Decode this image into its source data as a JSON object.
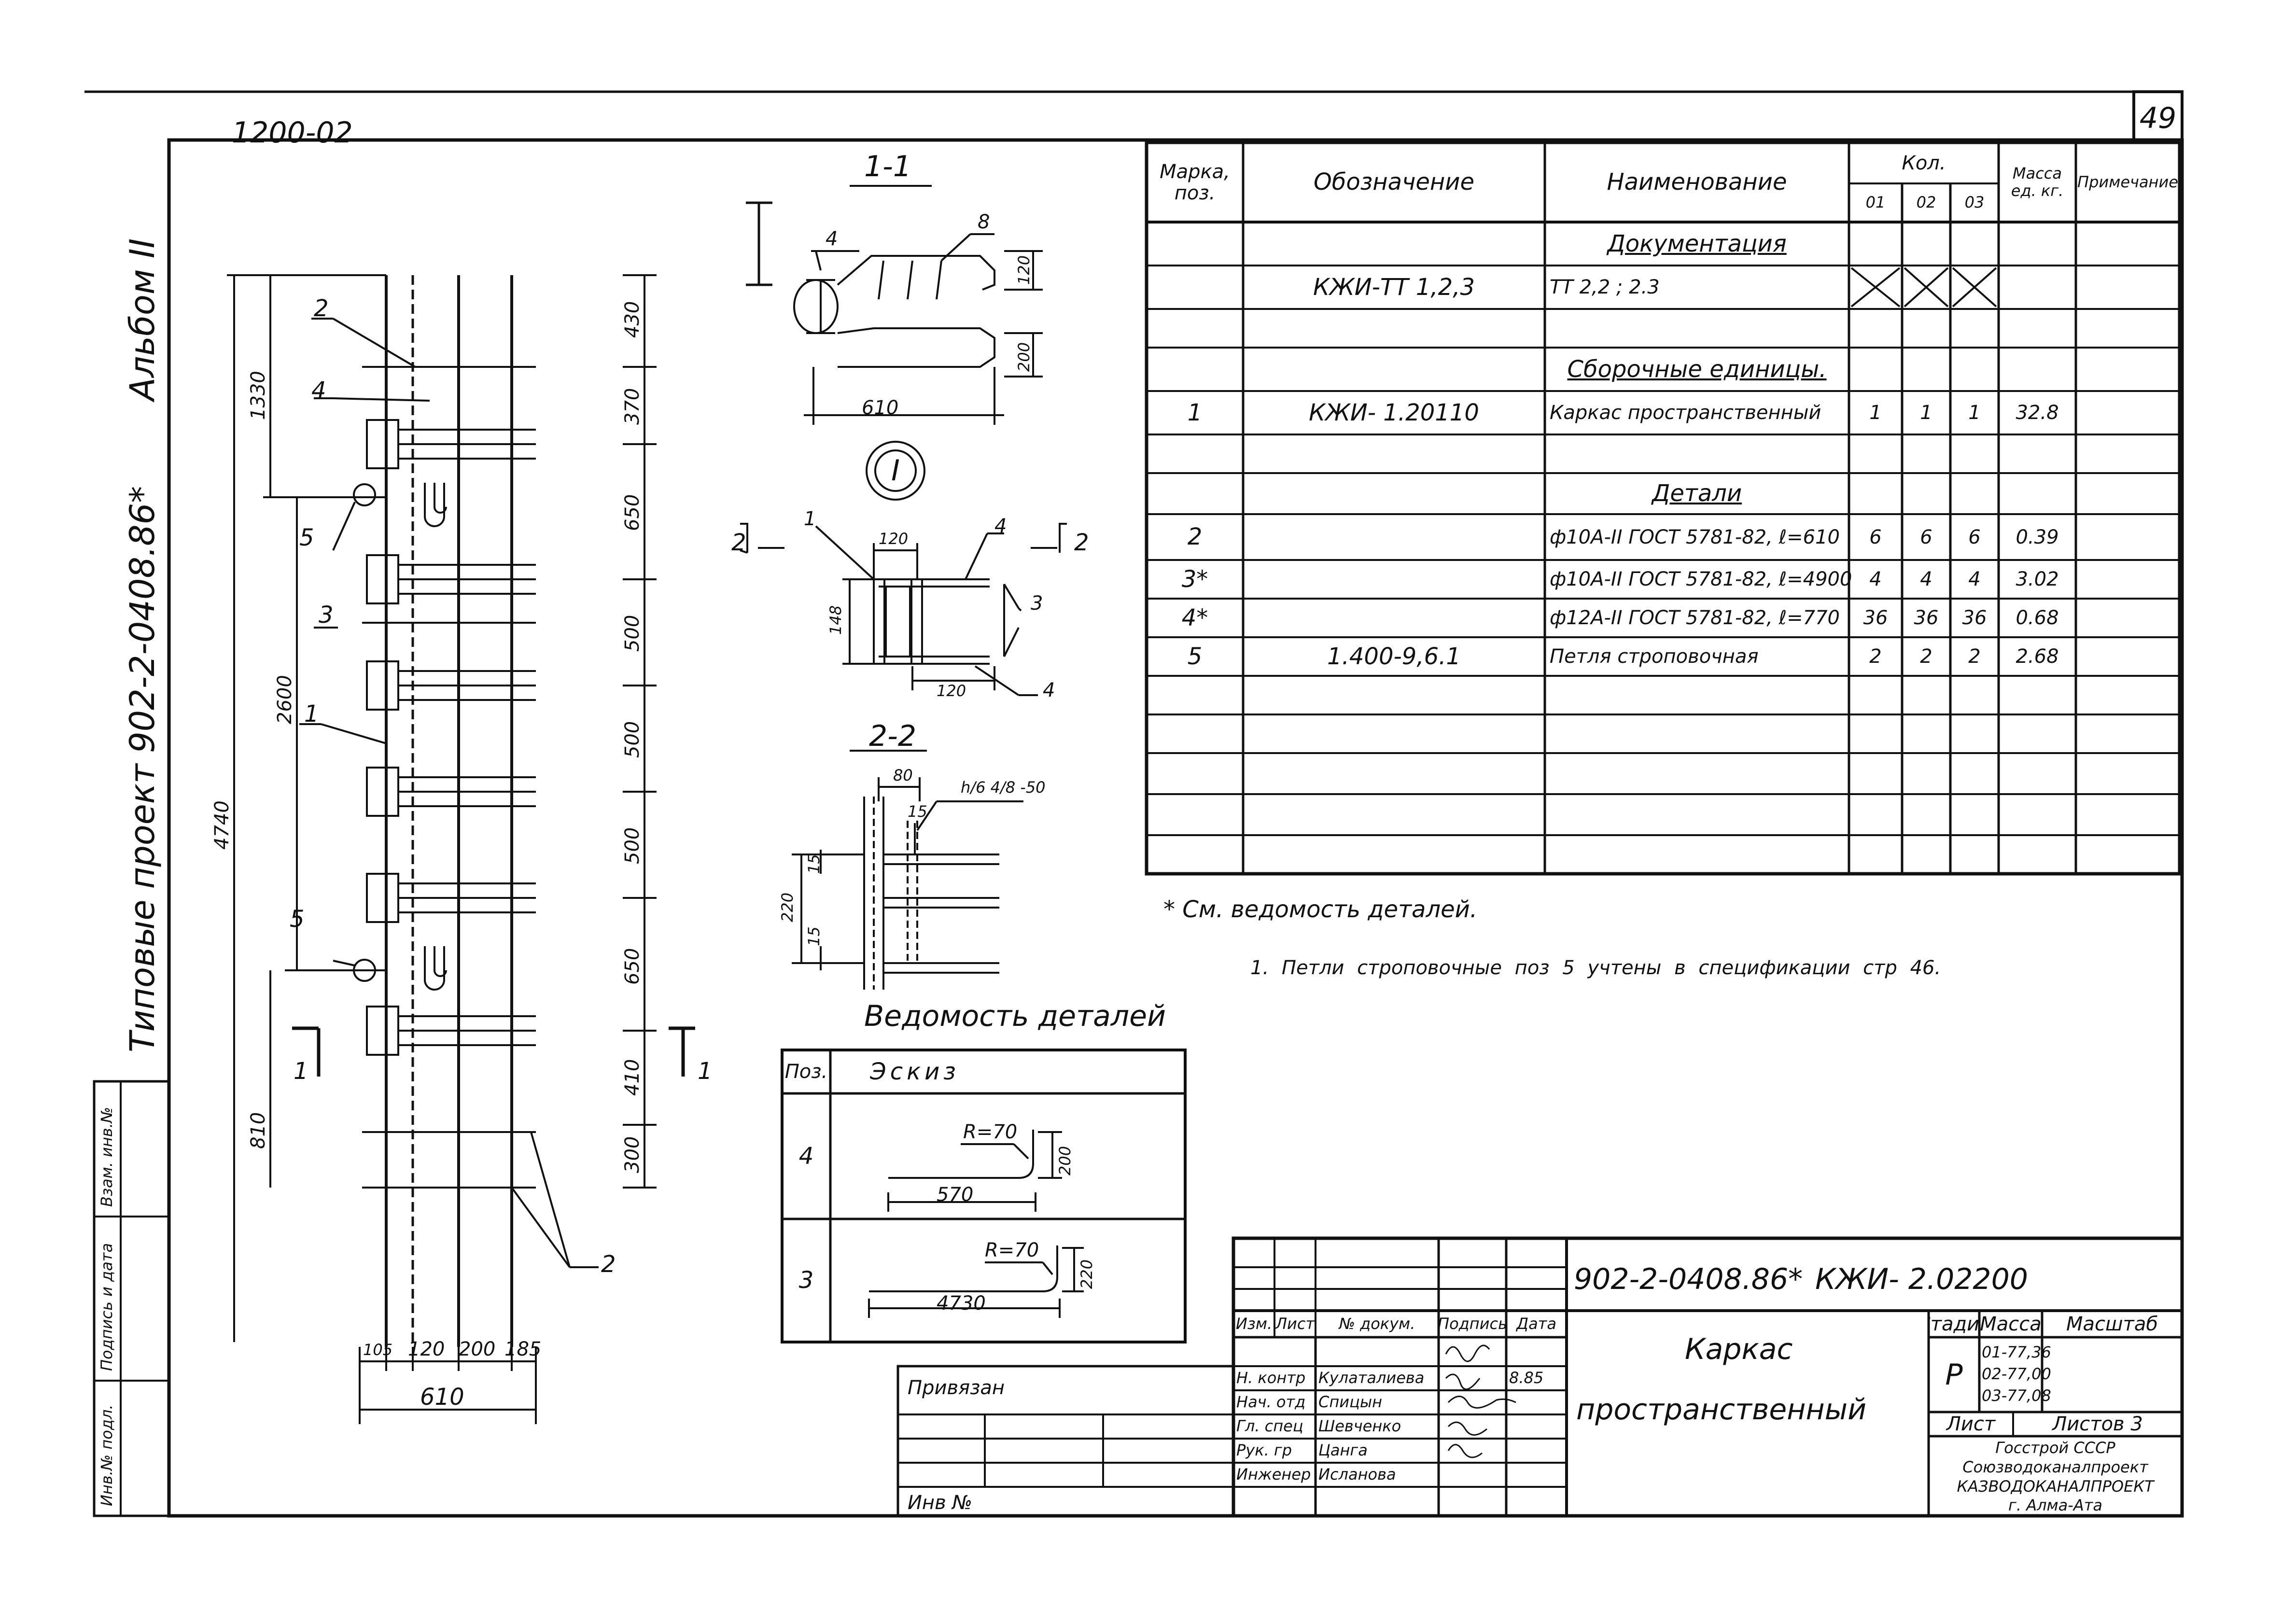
{
  "header": {
    "top_code": "1200-02",
    "page_number": "49"
  },
  "side_title": {
    "text": "Типовые проект 902-2-0408.86*",
    "album": "Альбом II"
  },
  "side_stamp": [
    "Инв.№ подл.",
    "Подпись и дата",
    "Взам. инв.№"
  ],
  "elevation": {
    "callouts": [
      "2",
      "4",
      "5",
      "3",
      "1",
      "5",
      "2"
    ],
    "overall_dims": [
      "4740",
      "1330",
      "2600",
      "810"
    ],
    "spacing_dims": [
      "430",
      "370",
      "650",
      "500",
      "500",
      "500",
      "650",
      "410",
      "300"
    ],
    "bottom_dims": [
      "105",
      "120",
      "200",
      "185"
    ],
    "width_dim": "610",
    "section_marks": [
      "1",
      "1"
    ]
  },
  "section_1_1": {
    "title": "1-1",
    "callouts": [
      "4",
      "8"
    ],
    "view_mark": "I",
    "dims": [
      "120",
      "200",
      "610"
    ]
  },
  "section_I": {
    "label": "I",
    "side_marks": [
      "2",
      "2"
    ],
    "callouts": [
      "1",
      "4",
      "3",
      "4"
    ],
    "dims": [
      "120",
      "148",
      "120"
    ]
  },
  "section_2_2": {
    "title": "2-2",
    "dims": [
      "80",
      "15",
      "220",
      "15",
      "15"
    ],
    "weld_symbol": "h/6 4/8 -50"
  },
  "details": {
    "title": "Ведомость деталей",
    "headers": [
      "Поз.",
      "Эскиз"
    ],
    "rows": [
      {
        "pos": "4",
        "radius": "R=70",
        "length": "570",
        "height": "200"
      },
      {
        "pos": "3",
        "radius": "R=70",
        "length": "4730",
        "height": "220"
      }
    ]
  },
  "spec": {
    "headers": {
      "mark": "Марка, поз.",
      "designation": "Обозначение",
      "name": "Наименование",
      "qty": "Кол.",
      "qty_cols": [
        "01",
        "02",
        "03"
      ],
      "mass": "Масса ед. кг.",
      "note": "Примечание"
    },
    "rows": [
      {
        "mark": "",
        "designation": "",
        "name": "Документация",
        "q1": "",
        "q2": "",
        "q3": "",
        "mass": "",
        "section": true
      },
      {
        "mark": "",
        "designation": "КЖИ-ТТ 1,2,3",
        "name": "ТТ 2,2 ; 2.3",
        "q1": "X",
        "q2": "X",
        "q3": "X",
        "mass": ""
      },
      {
        "mark": "",
        "designation": "",
        "name": "",
        "q1": "",
        "q2": "",
        "q3": "",
        "mass": ""
      },
      {
        "mark": "",
        "designation": "",
        "name": "Сборочные единицы.",
        "q1": "",
        "q2": "",
        "q3": "",
        "mass": "",
        "section": true
      },
      {
        "mark": "1",
        "designation": "КЖИ- 1.20110",
        "name": "Каркас пространственный",
        "q1": "1",
        "q2": "1",
        "q3": "1",
        "mass": "32.8"
      },
      {
        "mark": "",
        "designation": "",
        "name": "",
        "q1": "",
        "q2": "",
        "q3": "",
        "mass": ""
      },
      {
        "mark": "",
        "designation": "",
        "name": "Детали",
        "q1": "",
        "q2": "",
        "q3": "",
        "mass": "",
        "section": true
      },
      {
        "mark": "2",
        "designation": "",
        "name": "ф10А-II ГОСТ 5781-82, ℓ=610",
        "q1": "6",
        "q2": "6",
        "q3": "6",
        "mass": "0.39"
      },
      {
        "mark": "3*",
        "designation": "",
        "name": "ф10А-II ГОСТ 5781-82, ℓ=4900",
        "q1": "4",
        "q2": "4",
        "q3": "4",
        "mass": "3.02"
      },
      {
        "mark": "4*",
        "designation": "",
        "name": "ф12А-II ГОСТ 5781-82, ℓ=770",
        "q1": "36",
        "q2": "36",
        "q3": "36",
        "mass": "0.68"
      },
      {
        "mark": "5",
        "designation": "1.400-9,6.1",
        "name": "Петля строповочная",
        "q1": "2",
        "q2": "2",
        "q3": "2",
        "mass": "2.68"
      },
      {
        "mark": "",
        "designation": "",
        "name": "",
        "q1": "",
        "q2": "",
        "q3": "",
        "mass": ""
      },
      {
        "mark": "",
        "designation": "",
        "name": "",
        "q1": "",
        "q2": "",
        "q3": "",
        "mass": ""
      },
      {
        "mark": "",
        "designation": "",
        "name": "",
        "q1": "",
        "q2": "",
        "q3": "",
        "mass": ""
      },
      {
        "mark": "",
        "designation": "",
        "name": "",
        "q1": "",
        "q2": "",
        "q3": "",
        "mass": ""
      }
    ]
  },
  "notes": {
    "footnote": "* См. ведомость деталей.",
    "note1": "1. Петли строповочные поз 5 учтены в спецификации стр 46."
  },
  "title_block": {
    "doc_code": "902-2-0408.86*",
    "sheet_code": "КЖИ- 2.02200",
    "title_line1": "Каркас",
    "title_line2": "пространственный",
    "col_headers": [
      "Изм.",
      "Лист",
      "№ докум.",
      "Подпись",
      "Дата"
    ],
    "roles": [
      {
        "role": "Н. контр",
        "name": "Кулаталиева",
        "date": "8.85"
      },
      {
        "role": "Нач. отд",
        "name": "Спицын",
        "date": ""
      },
      {
        "role": "Гл. спец",
        "name": "Шевченко",
        "date": ""
      },
      {
        "role": "Рук. гр",
        "name": "Цанга",
        "date": ""
      },
      {
        "role": "Инженер",
        "name": "Исланова",
        "date": ""
      }
    ],
    "stage_label": "Стадия",
    "mass_label": "Масса",
    "scale_label": "Масштаб",
    "stage": "Р",
    "masses": [
      "01-77,36",
      "02-77,00",
      "03-77,08"
    ],
    "sheet_label": "Лист",
    "sheets_label": "Листов 3",
    "org": [
      "Госстрой СССР",
      "Союзводоканалпроект",
      "КАЗВОДОКАНАЛПРОЕКТ",
      "г. Алма-Ата"
    ],
    "privyazan": "Привязан",
    "inv": "Инв №"
  }
}
